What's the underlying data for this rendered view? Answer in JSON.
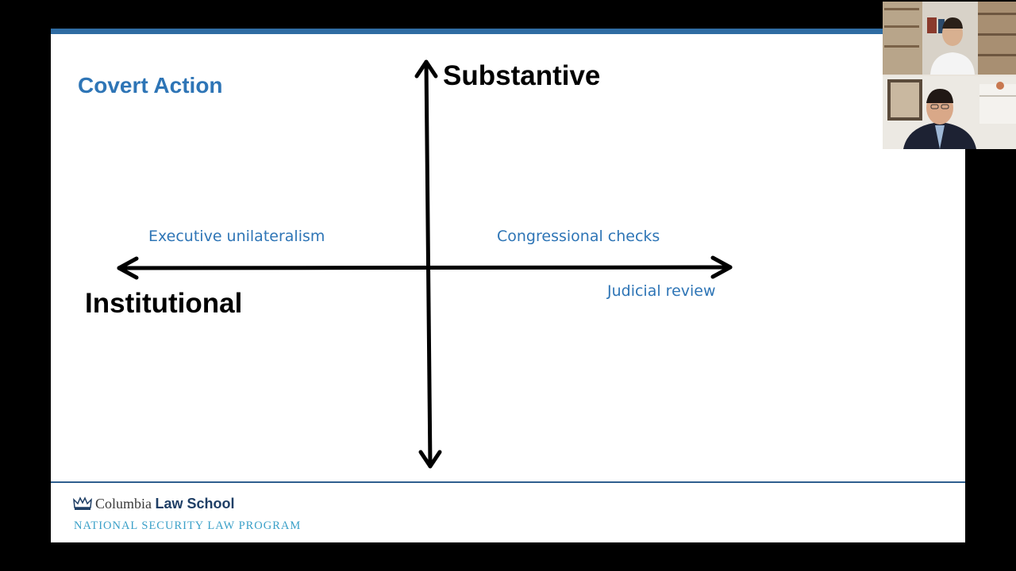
{
  "slide": {
    "title": "Covert Action",
    "axis_top_label": "Substantive",
    "axis_left_label": "Institutional",
    "quadrant_top_left": "Executive unilateralism",
    "quadrant_top_right": "Congressional checks",
    "below_axis_right": "Judicial review"
  },
  "footer": {
    "school_name": "Columbia",
    "school_bold": "Law School",
    "program": "NATIONAL SECURITY LAW PROGRAM"
  },
  "colors": {
    "accent": "#2e75b6",
    "top_bar": "#2f6ca3",
    "program_text": "#3aa0c8",
    "background": "#000000",
    "slide_bg": "#ffffff"
  },
  "video_tiles": [
    {
      "id": "participant-1",
      "icon": "video-participant"
    },
    {
      "id": "participant-2",
      "icon": "video-participant"
    }
  ]
}
